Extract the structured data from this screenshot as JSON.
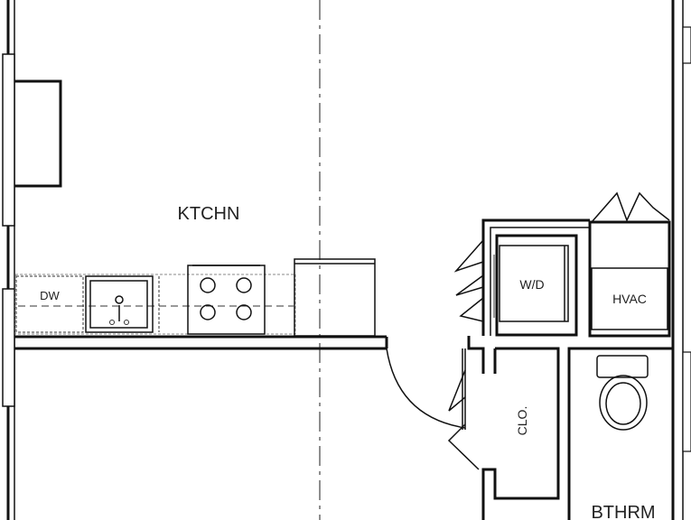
{
  "rooms": {
    "kitchen": "KTCHN",
    "bathroom": "BTHRM"
  },
  "fixtures": {
    "dishwasher": "DW",
    "washer_dryer": "W/D",
    "hvac": "HVAC",
    "closet": "CLO."
  }
}
